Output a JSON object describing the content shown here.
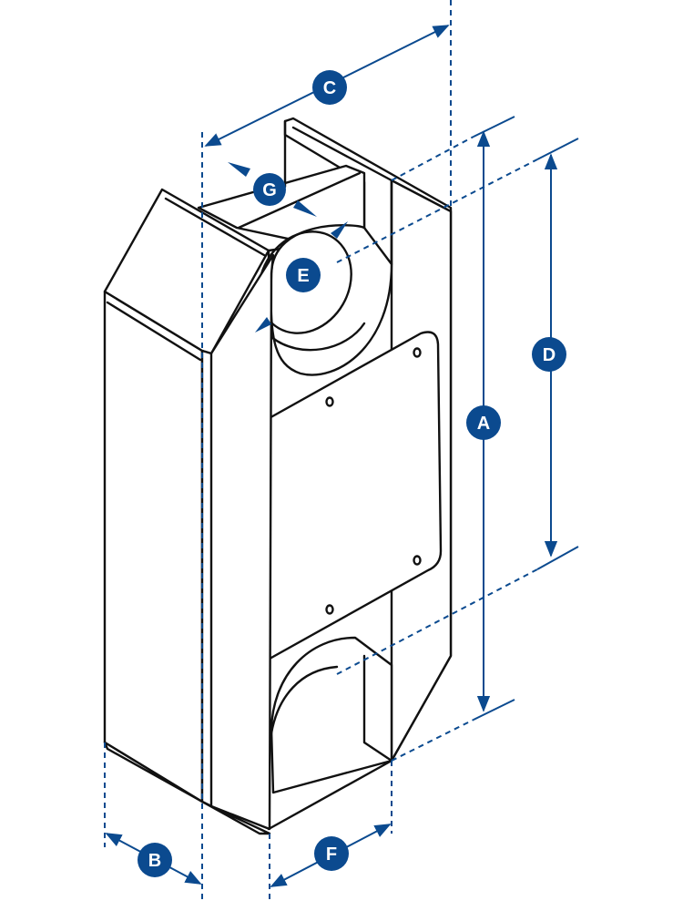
{
  "diagram": {
    "labels": {
      "A": "A",
      "B": "B",
      "C": "C",
      "D": "D",
      "E": "E",
      "F": "F",
      "G": "G"
    },
    "colors": {
      "dimension": "#0b4a8f",
      "outline": "#111111"
    }
  }
}
